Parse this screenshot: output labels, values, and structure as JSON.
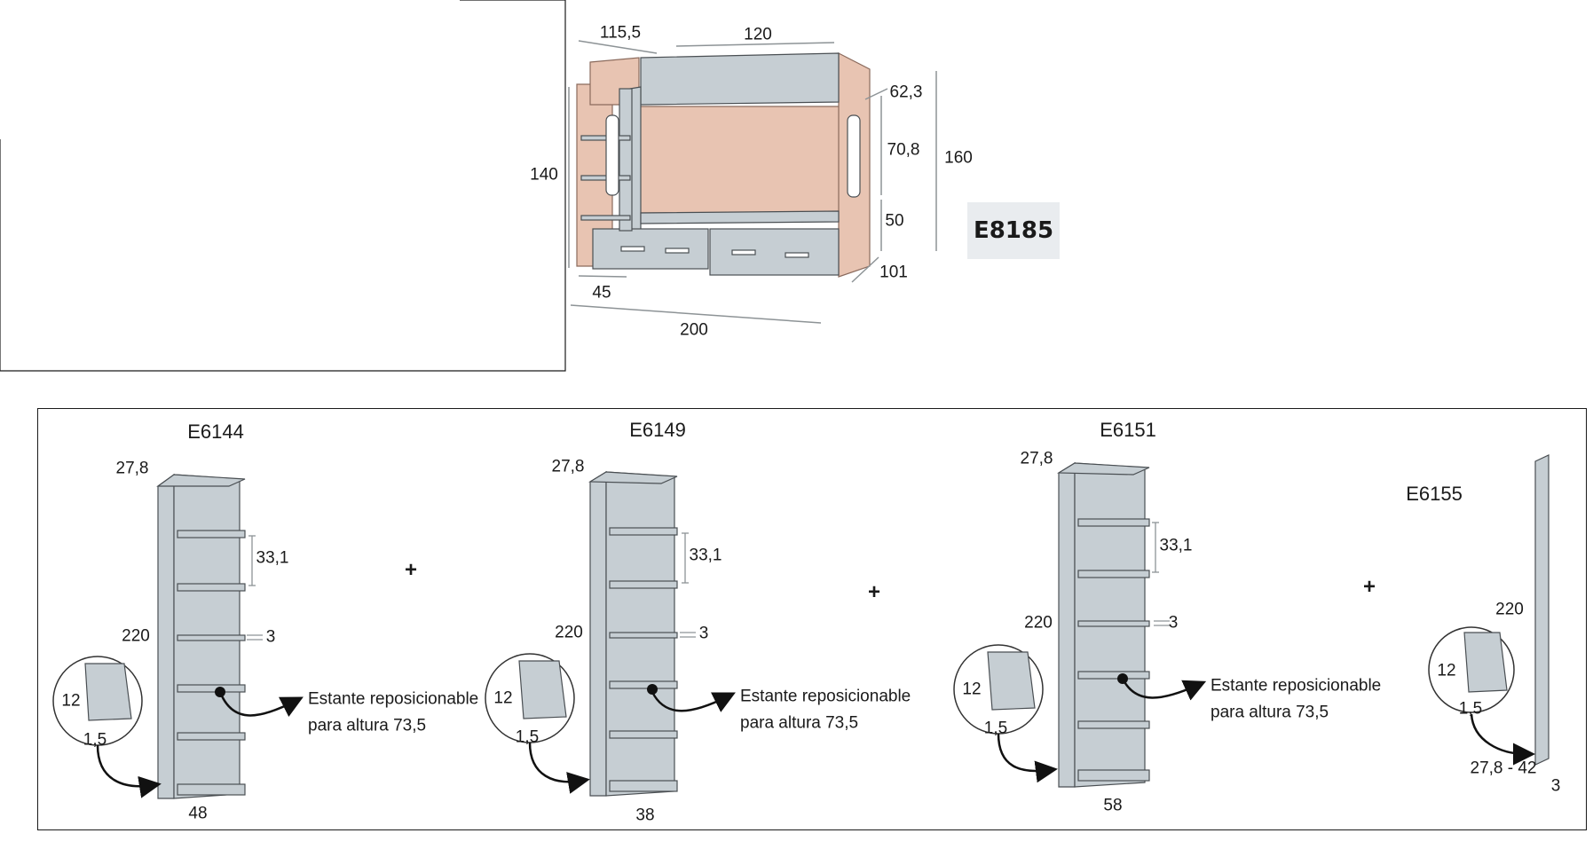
{
  "bunk": {
    "code": "E8185",
    "dims": {
      "depth_top": "115,5",
      "width_top": "120",
      "rail_height": "62,3",
      "upper_gap": "70,8",
      "total_height": "160",
      "side_height": "140",
      "lower_height": "50",
      "depth_bottom": "101",
      "step_width": "45",
      "length": "200"
    }
  },
  "modules": [
    {
      "code": "E6144",
      "depth": "27,8",
      "shelf_gap": "33,1",
      "height": "220",
      "thickness": "3",
      "width": "48",
      "detail_a": "12",
      "detail_b": "1,5",
      "note_line1": "Estante reposicionable",
      "note_line2": "para altura 73,5"
    },
    {
      "code": "E6149",
      "depth": "27,8",
      "shelf_gap": "33,1",
      "height": "220",
      "thickness": "3",
      "width": "38",
      "detail_a": "12",
      "detail_b": "1,5",
      "note_line1": "Estante reposicionable",
      "note_line2": "para altura 73,5"
    },
    {
      "code": "E6151",
      "depth": "27,8",
      "shelf_gap": "33,1",
      "height": "220",
      "thickness": "3",
      "width": "58",
      "detail_a": "12",
      "detail_b": "1,5",
      "note_line1": "Estante reposicionable",
      "note_line2": "para altura 73,5"
    },
    {
      "code": "E6155",
      "height": "220",
      "detail_a": "12",
      "detail_b": "1,5",
      "depth_range": "27,8 - 42",
      "thickness": "3"
    }
  ],
  "plus_sign": "+",
  "colors": {
    "panel_grey": "#c6ced3",
    "panel_edge": "#4a4f53",
    "wood": "#e8c4b2",
    "wood_edge": "#8a6a5c",
    "dim_line": "#8d9396",
    "badge_bg": "#e9ecef"
  }
}
